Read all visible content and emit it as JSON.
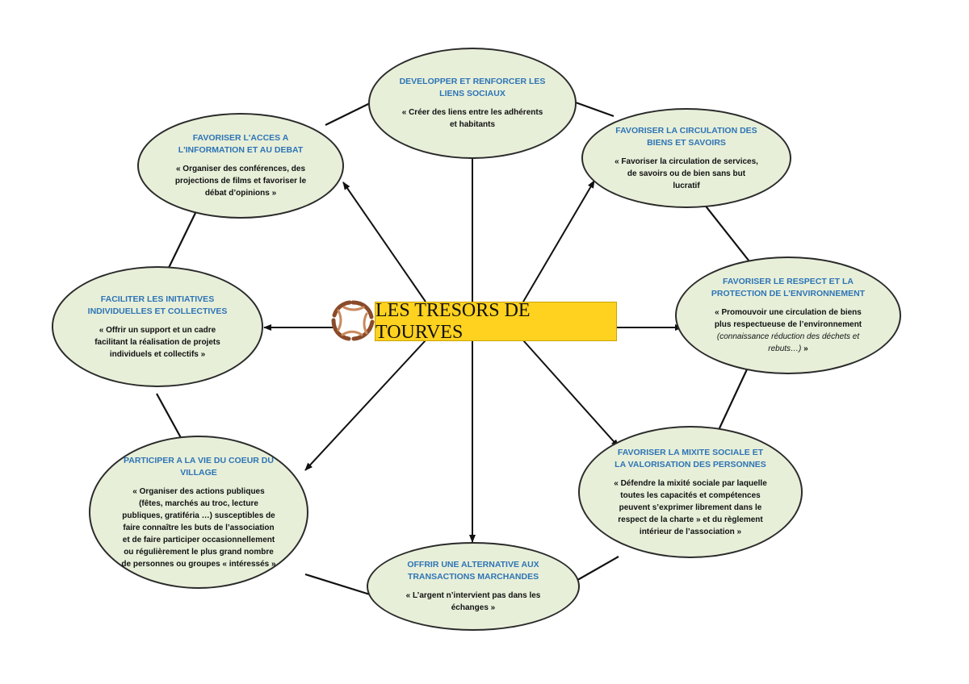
{
  "center": {
    "title": "LES TRESORS DE TOURVES"
  },
  "nodes": {
    "top": {
      "title": "DEVELOPPER ET RENFORCER LES LIENS SOCIAUX",
      "desc": "« Créer des liens entre les adhérents et habitants"
    },
    "top_left": {
      "title": "FAVORISER L'ACCES A L'INFORMATION ET AU DEBAT",
      "desc": "« Organiser des conférences, des projections de films et favoriser le débat d’opinions »"
    },
    "top_right": {
      "title": "FAVORISER LA CIRCULATION DES BIENS ET SAVOIRS",
      "desc": "« Favoriser la circulation de services, de savoirs ou de bien sans but lucratif"
    },
    "left": {
      "title": "FACILITER LES INITIATIVES INDIVIDUELLES ET COLLECTIVES",
      "desc": "« Offrir un support et un cadre facilitant la réalisation de projets individuels et collectifs »"
    },
    "right": {
      "title": "FAVORISER LE RESPECT ET LA PROTECTION DE L’ENVIRONNEMENT",
      "desc_main": "« Promouvoir une circulation de biens plus respectueuse de l’environnement",
      "desc_italic": "(connaissance réduction des déchets et rebuts…)",
      "desc_end": "»"
    },
    "bottom_left": {
      "title": "PARTICIPER A LA VIE DU COEUR DU VILLAGE",
      "desc": "« Organiser des actions publiques (fêtes, marchés au troc, lecture publiques, gratiféria …) susceptibles de faire connaître les buts de l’association et de faire participer occasionnellement ou régulièrement le plus grand nombre de personnes ou groupes « intéressés »"
    },
    "bottom_right": {
      "title": "FAVORISER LA MIXITE SOCIALE ET LA VALORISATION DES PERSONNES",
      "desc": "« Défendre la mixité sociale par laquelle toutes les capacités et compétences peuvent s’exprimer librement dans le respect de la charte » et du règlement intérieur de l’association »"
    },
    "bottom": {
      "title": "OFFRIR UNE ALTERNATIVE AUX TRANSACTIONS MARCHANDES",
      "desc": "« L’argent n’intervient pas dans les échanges »"
    }
  },
  "colors": {
    "node_fill": "#e7efd9",
    "node_title": "#2e74b5",
    "center_fill": "#ffd21f",
    "line": "#111111"
  },
  "icons": {
    "logo": "linked-hands-circle"
  }
}
